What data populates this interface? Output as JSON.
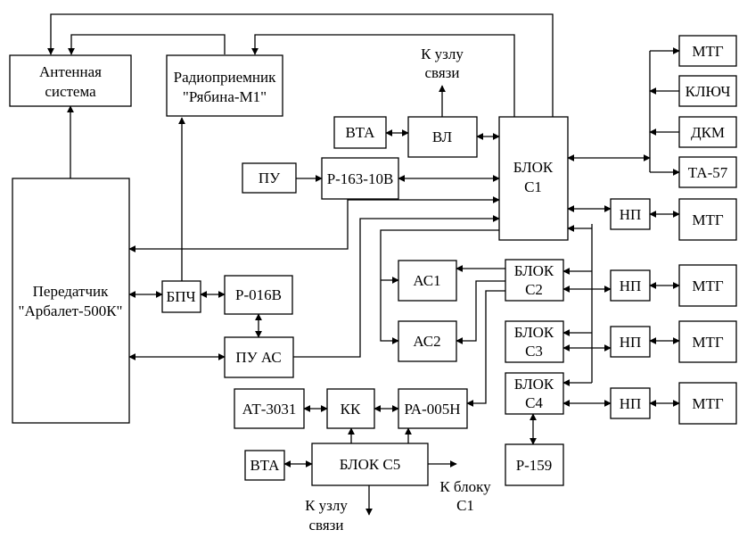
{
  "blocks": {
    "antenna": [
      "Антенная",
      "система"
    ],
    "receiver": [
      "Радиоприемник",
      "\"Рябина-М1\""
    ],
    "transmitter": [
      "Передатчик",
      "\"Арбалет-500К\""
    ],
    "vta_top": "ВТА",
    "vl": "ВЛ",
    "pu": "ПУ",
    "r163": "Р-163-10В",
    "blok_c1": [
      "БЛОК",
      "С1"
    ],
    "bpch": "БПЧ",
    "r016": "Р-016В",
    "pu_as": "ПУ АС",
    "as1": "АС1",
    "as2": "АС2",
    "blok_c2": [
      "БЛОК",
      "С2"
    ],
    "blok_c3": [
      "БЛОК",
      "С3"
    ],
    "blok_c4": [
      "БЛОК",
      "С4"
    ],
    "at3031": "АТ-3031",
    "kk": "КК",
    "ra005": "РА-005Н",
    "vta_bottom": "ВТА",
    "blok_c5": "БЛОК С5",
    "r159": "Р-159",
    "mtg_top": "МТГ",
    "klyuch": "КЛЮЧ",
    "dkm": "ДКМ",
    "ta57": "ТА-57",
    "np": "НП",
    "mtg": "МТГ"
  },
  "labels": {
    "to_node_top": [
      "К узлу",
      "связи"
    ],
    "to_node_bottom": [
      "К узлу",
      "связи"
    ],
    "to_block_c1": [
      "К блоку",
      "С1"
    ]
  }
}
